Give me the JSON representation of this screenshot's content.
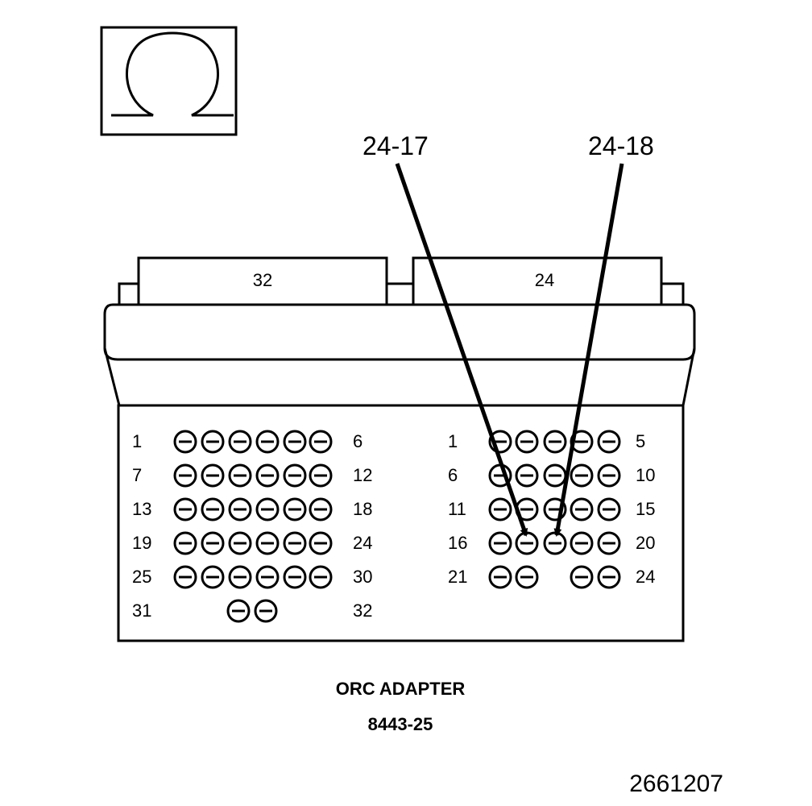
{
  "symbol": {
    "name": "ohm-icon",
    "meaning": "resistance measurement"
  },
  "connectors": {
    "left": {
      "label": "32"
    },
    "right": {
      "label": "24"
    }
  },
  "left_pins": {
    "rows": [
      {
        "start": "1",
        "end": "6",
        "pins": 6
      },
      {
        "start": "7",
        "end": "12",
        "pins": 6
      },
      {
        "start": "13",
        "end": "18",
        "pins": 6
      },
      {
        "start": "19",
        "end": "24",
        "pins": 6
      },
      {
        "start": "25",
        "end": "30",
        "pins": 6
      },
      {
        "start": "31",
        "end": "32",
        "pins": 2
      }
    ]
  },
  "right_pins": {
    "rows": [
      {
        "start": "1",
        "end": "5",
        "pins": 5
      },
      {
        "start": "6",
        "end": "10",
        "pins": 5
      },
      {
        "start": "11",
        "end": "15",
        "pins": 5
      },
      {
        "start": "16",
        "end": "20",
        "pins": 5
      },
      {
        "start": "21",
        "end": "24",
        "pins": 4
      }
    ]
  },
  "callouts": [
    {
      "label": "24-17",
      "pin": 17
    },
    {
      "label": "24-18",
      "pin": 18
    }
  ],
  "caption": {
    "title": "ORC ADAPTER",
    "part_number": "8443-25"
  },
  "figure_id": "2661207"
}
